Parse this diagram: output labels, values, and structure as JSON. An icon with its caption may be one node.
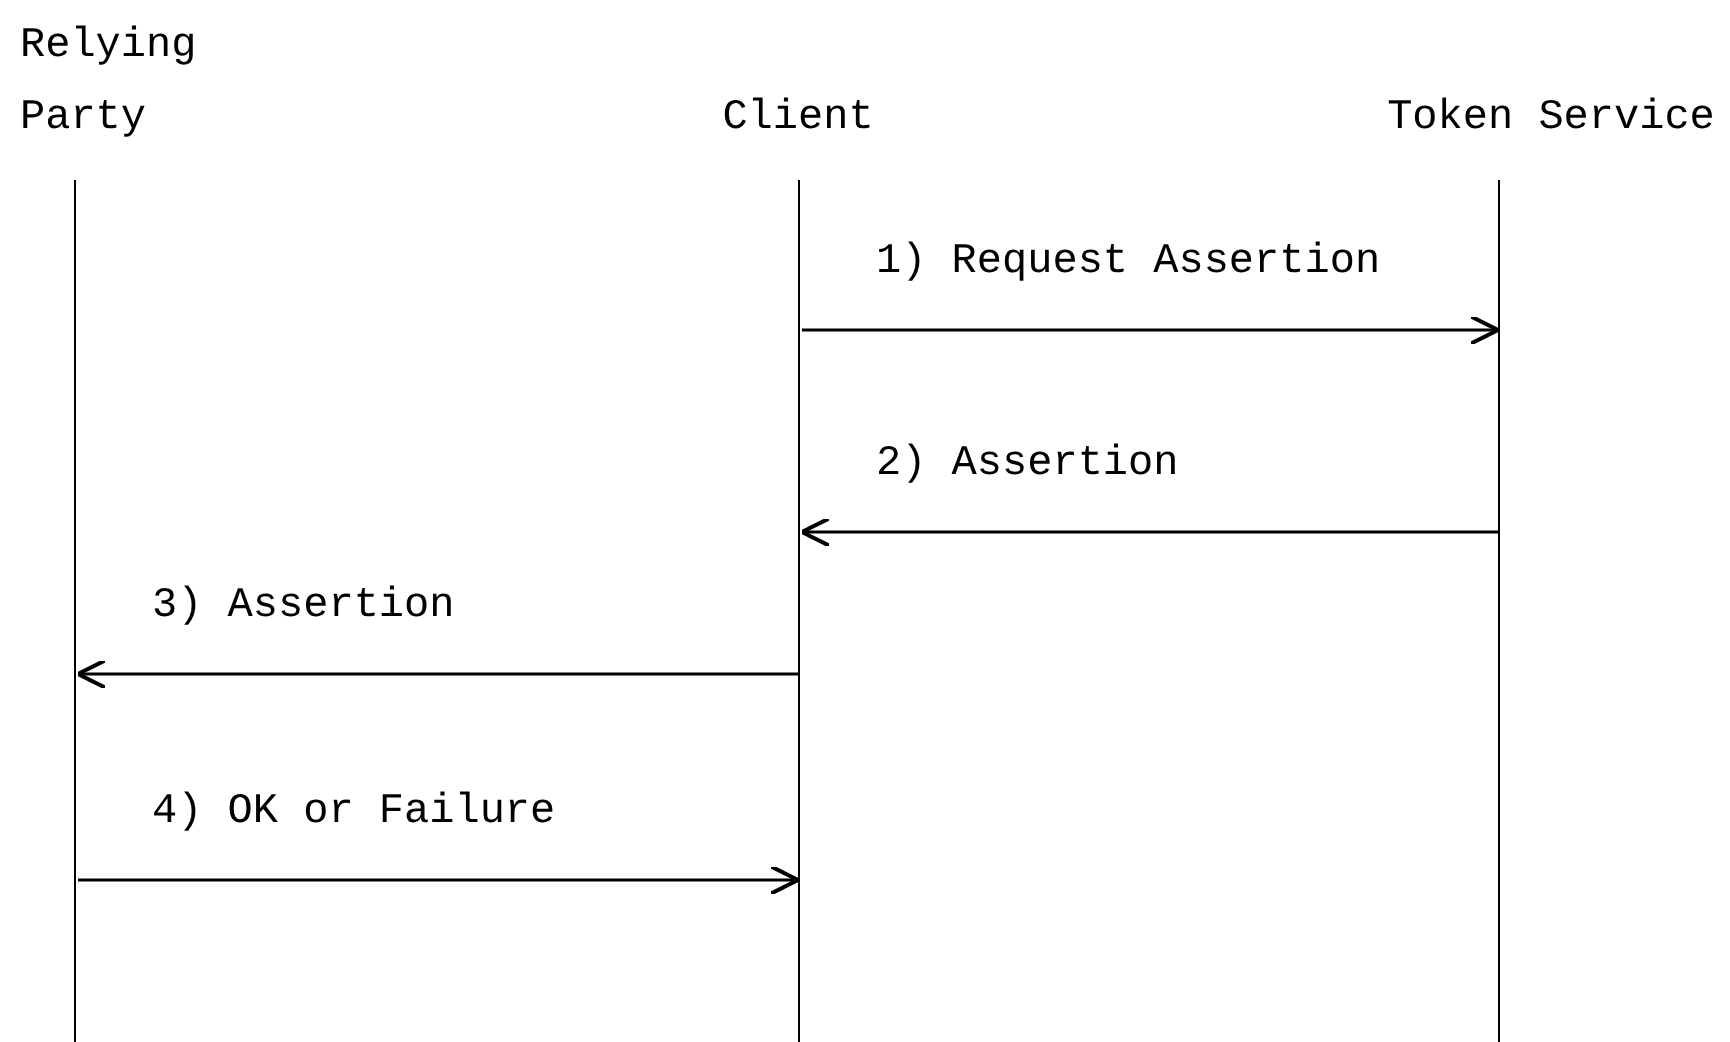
{
  "diagram": {
    "nodes": [
      {
        "text": [
          "Relying Party"
        ]
      },
      {
        "text": [
          "Client"
        ]
      },
      {
        "text": [
          "Token Service"
        ]
      }
    ],
    "edges": [
      {
        "from": 1,
        "to": 2,
        "arrow": "to",
        "label": "1) Request Assertion"
      },
      {
        "from": 2,
        "to": 1,
        "arrow": "to",
        "label": "2) Assertion"
      },
      {
        "from": 1,
        "to": 0,
        "arrow": "to",
        "label": "3) Assertion"
      },
      {
        "from": 0,
        "to": 1,
        "arrow": "to",
        "label": "4) OK or Failure"
      }
    ]
  }
}
